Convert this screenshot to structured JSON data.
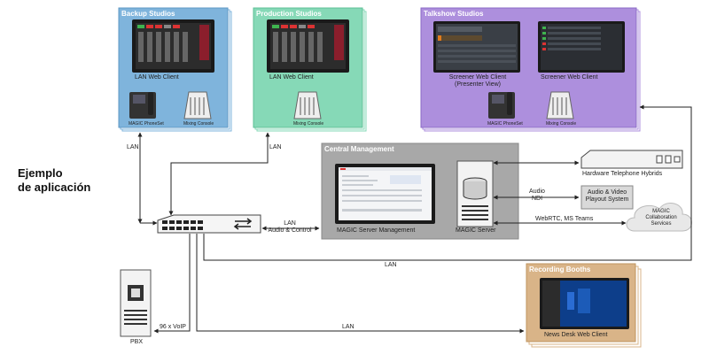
{
  "headline": [
    "Ejemplo",
    "de aplicación"
  ],
  "groups": {
    "backup": {
      "title": "Backup Studios",
      "color": "#7fb4dc",
      "client": "LAN Web Client",
      "phone": "MAGIC PhoneSet",
      "console": "Mixing Console"
    },
    "production": {
      "title": "Production Studios",
      "color": "#86d9b7",
      "client": "LAN Web Client",
      "console": "Mixing Console"
    },
    "talkshow": {
      "title": "Talkshow Studios",
      "color": "#ad8fdd",
      "client1": [
        "Screener Web Client",
        "(Presenter View)"
      ],
      "client2": "Screener Web Client",
      "phone": "MAGIC PhoneSet",
      "console": "Mixing Console"
    },
    "central": {
      "title": "Central Management",
      "color": "#a8a8a8",
      "server_mgmt": "MAGIC Server Management",
      "server": "MAGIC Server"
    },
    "recording": {
      "title": "Recording Booths",
      "color": "#d9b488",
      "client": "News Desk Web Client"
    }
  },
  "devices": {
    "hybrids": "Hardware Telephone Hybrids",
    "playout": [
      "Audio & Video",
      "Playout System"
    ],
    "cloud": [
      "MAGIC",
      "Collaboration",
      "Services"
    ],
    "pbx": "PBX"
  },
  "links": {
    "lan": "LAN",
    "lan_audio": [
      "LAN",
      "Audio & Control"
    ],
    "audio_ndi": [
      "Audio",
      "NDI"
    ],
    "webrtc": "WebRTC, MS Teams",
    "voip": "96 x VoIP"
  }
}
